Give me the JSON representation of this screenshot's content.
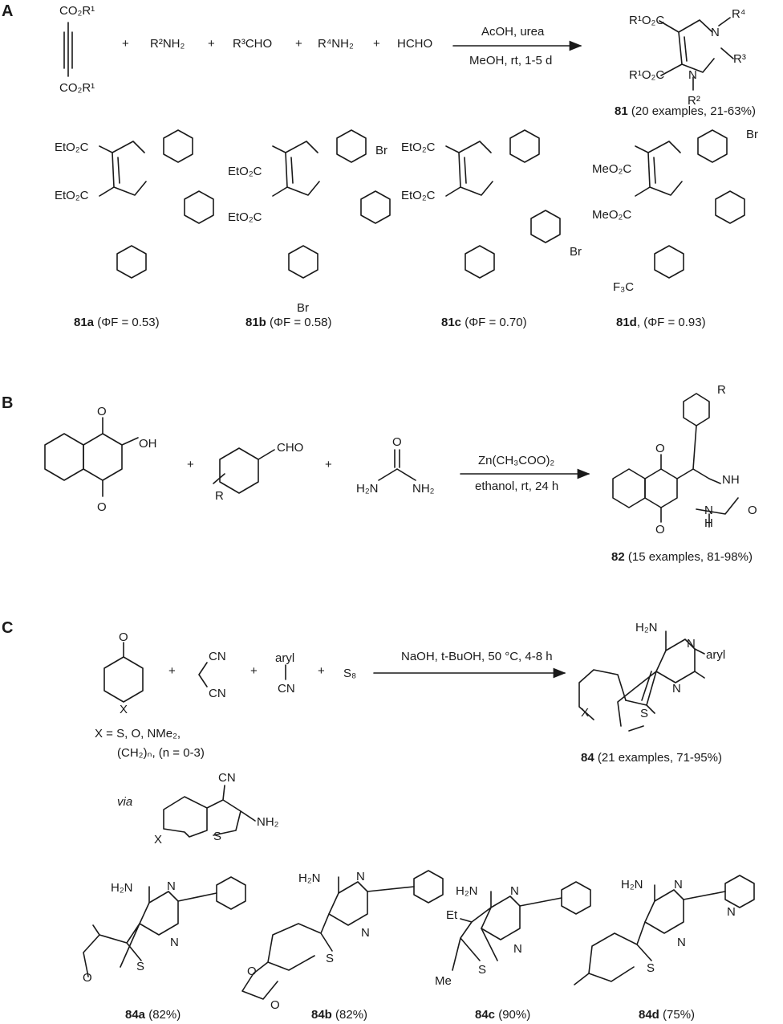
{
  "panels": {
    "A": {
      "label": "A",
      "reagents": [
        "+",
        "R²NH₂",
        "+",
        "R³CHO",
        "+",
        "R⁴NH₂",
        "+",
        "HCHO"
      ],
      "alkyne_groups": [
        "CO₂R¹",
        "CO₂R¹"
      ],
      "conditions": [
        "AcOH, urea",
        "MeOH, rt, 1-5 d"
      ],
      "product_labels": [
        "R¹O₂C",
        "R¹O₂C",
        "N",
        "N",
        "R⁴",
        "R³",
        "R²"
      ],
      "product_id": "81",
      "product_caption": "(20 examples, 21-63%)",
      "examples": [
        {
          "id": "81a",
          "caption": "(ΦF = 0.53)",
          "esters": [
            "EtO₂C",
            "EtO₂C"
          ],
          "subs": []
        },
        {
          "id": "81b",
          "caption": "(ΦF = 0.58)",
          "esters": [
            "EtO₂C",
            "EtO₂C"
          ],
          "subs": [
            "Br",
            "Br"
          ]
        },
        {
          "id": "81c",
          "caption": "(ΦF = 0.70)",
          "esters": [
            "EtO₂C",
            "EtO₂C"
          ],
          "subs": [
            "Br"
          ]
        },
        {
          "id": "81d",
          "caption": ", (ΦF = 0.93)",
          "esters": [
            "MeO₂C",
            "MeO₂C"
          ],
          "subs": [
            "Br",
            "F₃C"
          ]
        }
      ]
    },
    "B": {
      "label": "B",
      "reagent_labels": [
        "OH",
        "O",
        "O",
        "+",
        "CHO",
        "R",
        "+",
        "O",
        "H₂N",
        "NH₂"
      ],
      "conditions": [
        "Zn(CH₃COO)₂",
        "ethanol, rt, 24 h"
      ],
      "product_labels": [
        "R",
        "O",
        "O",
        "NH",
        "N",
        "H",
        "O"
      ],
      "product_id": "82",
      "product_caption": "(15 examples, 81-98%)"
    },
    "C": {
      "label": "C",
      "reagent_labels": [
        "O",
        "X",
        "+",
        "CN",
        "CN",
        "+",
        "aryl",
        "CN",
        "+",
        "S₈"
      ],
      "x_definition": [
        "X = S, O, NMe₂,",
        "(CH₂)ₙ, (n = 0-3)"
      ],
      "conditions": [
        "NaOH, t-BuOH, 50 °C, 4-8 h"
      ],
      "product_labels": [
        "H₂N",
        "N",
        "aryl",
        "N",
        "S",
        "X"
      ],
      "product_id": "84",
      "product_caption": "(21 examples, 71-95%)",
      "via": "via",
      "intermediate_labels": [
        "CN",
        "NH₂",
        "S",
        "X"
      ],
      "examples": [
        {
          "id": "84a",
          "caption": "(82%)",
          "labels": [
            "H₂N",
            "N",
            "N",
            "S",
            "O"
          ]
        },
        {
          "id": "84b",
          "caption": "(82%)",
          "labels": [
            "H₂N",
            "N",
            "N",
            "S",
            "O",
            "O"
          ]
        },
        {
          "id": "84c",
          "caption": "(90%)",
          "labels": [
            "H₂N",
            "N",
            "N",
            "S",
            "Et",
            "Me"
          ]
        },
        {
          "id": "84d",
          "caption": "(75%)",
          "labels": [
            "H₂N",
            "N",
            "N",
            "N",
            "S"
          ]
        }
      ]
    }
  }
}
